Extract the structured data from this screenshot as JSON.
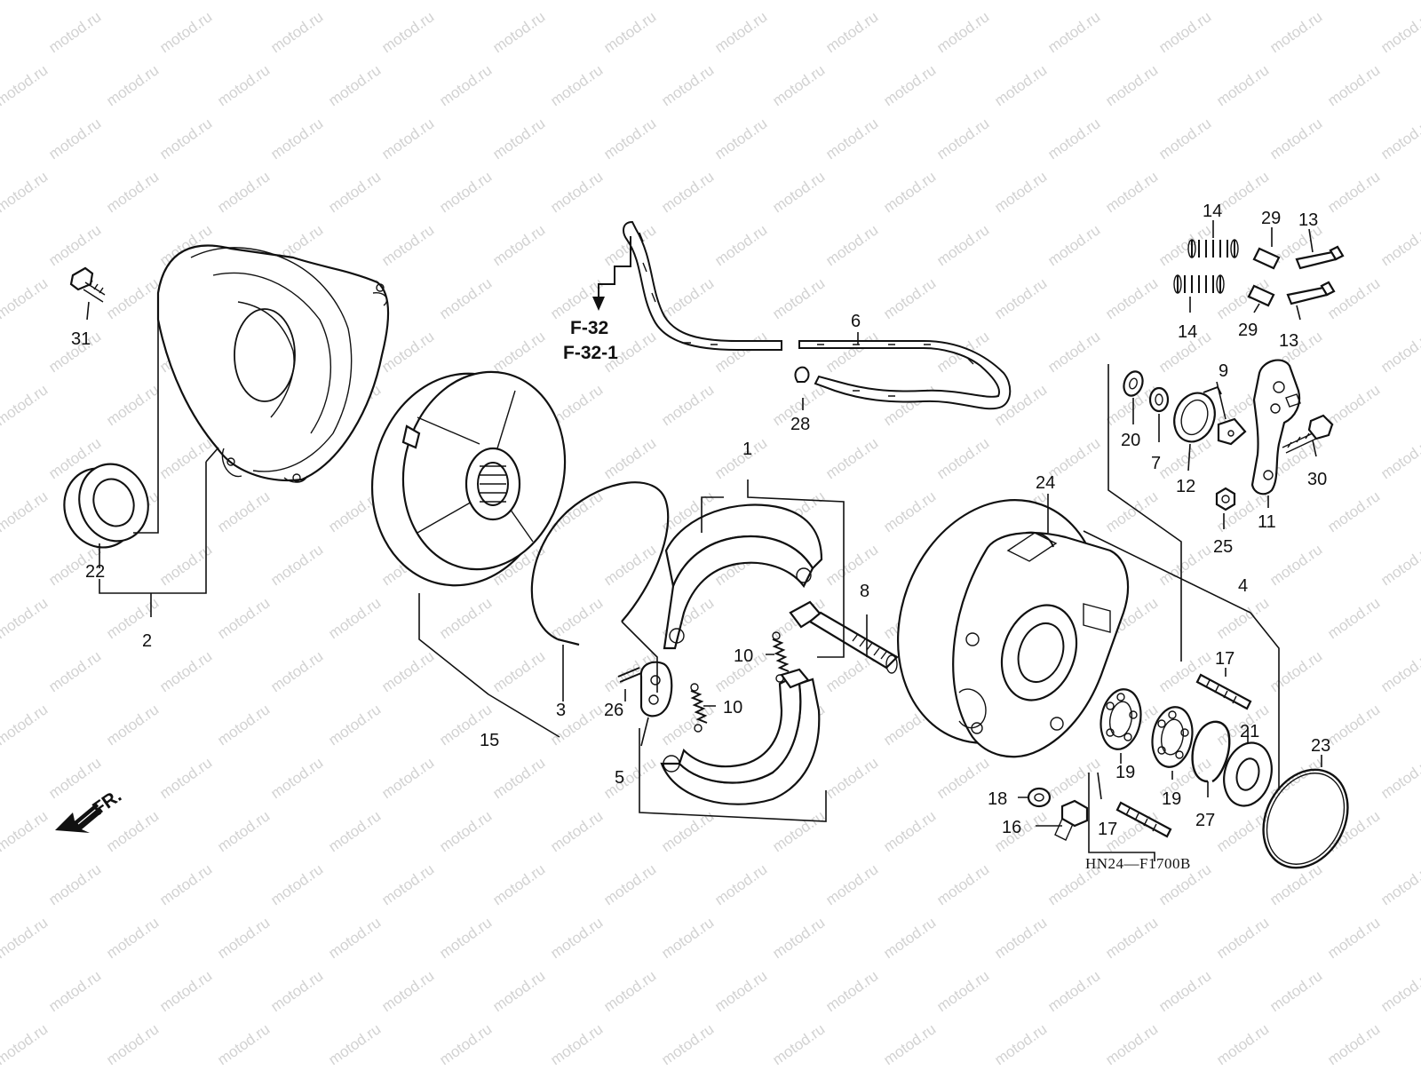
{
  "watermark": "motod.ru",
  "diagram_code": "HN24—F1700B",
  "front_label": "FR.",
  "references": [
    "F-32",
    "F-32-1"
  ],
  "callouts": [
    {
      "id": "c1",
      "text": "1"
    },
    {
      "id": "c2",
      "text": "2"
    },
    {
      "id": "c3",
      "text": "3"
    },
    {
      "id": "c4",
      "text": "4"
    },
    {
      "id": "c5",
      "text": "5"
    },
    {
      "id": "c6",
      "text": "6"
    },
    {
      "id": "c7",
      "text": "7"
    },
    {
      "id": "c8",
      "text": "8"
    },
    {
      "id": "c9",
      "text": "9"
    },
    {
      "id": "c10a",
      "text": "10"
    },
    {
      "id": "c10b",
      "text": "10"
    },
    {
      "id": "c11",
      "text": "11"
    },
    {
      "id": "c12",
      "text": "12"
    },
    {
      "id": "c13a",
      "text": "13"
    },
    {
      "id": "c13b",
      "text": "13"
    },
    {
      "id": "c14a",
      "text": "14"
    },
    {
      "id": "c14b",
      "text": "14"
    },
    {
      "id": "c15",
      "text": "15"
    },
    {
      "id": "c16",
      "text": "16"
    },
    {
      "id": "c17a",
      "text": "17"
    },
    {
      "id": "c17b",
      "text": "17"
    },
    {
      "id": "c18",
      "text": "18"
    },
    {
      "id": "c19a",
      "text": "19"
    },
    {
      "id": "c19b",
      "text": "19"
    },
    {
      "id": "c20",
      "text": "20"
    },
    {
      "id": "c21",
      "text": "21"
    },
    {
      "id": "c22",
      "text": "22"
    },
    {
      "id": "c23",
      "text": "23"
    },
    {
      "id": "c24",
      "text": "24"
    },
    {
      "id": "c25",
      "text": "25"
    },
    {
      "id": "c26",
      "text": "26"
    },
    {
      "id": "c27",
      "text": "27"
    },
    {
      "id": "c28",
      "text": "28"
    },
    {
      "id": "c29a",
      "text": "29"
    },
    {
      "id": "c29b",
      "text": "29"
    },
    {
      "id": "c30",
      "text": "30"
    },
    {
      "id": "c31",
      "text": "31"
    }
  ]
}
